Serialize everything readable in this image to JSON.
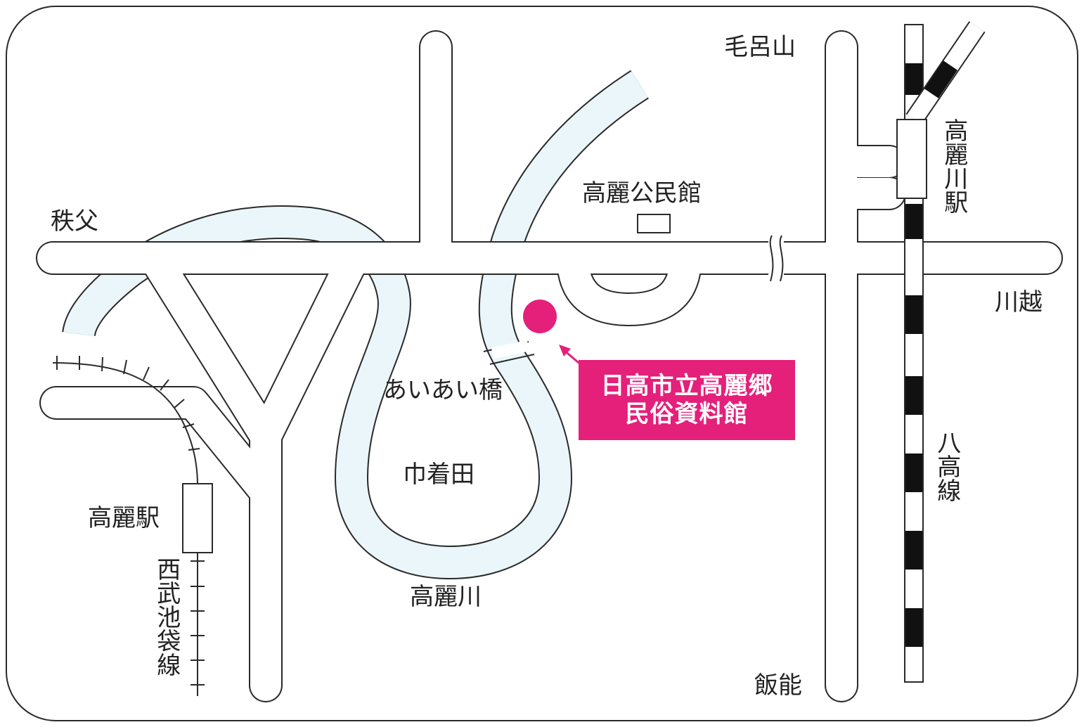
{
  "colors": {
    "river_fill": "#eaf6fa",
    "road_fill": "#ffffff",
    "outline": "#2a2a2a",
    "marker": "#e4207a",
    "rail_black": "#111111"
  },
  "labels": {
    "chichibu": "秩父",
    "moroyama": "毛呂山",
    "komagawa_station": "高麗川駅",
    "kawagoe": "川越",
    "hachiko_line": "八高線",
    "hanno": "飯能",
    "koma_community_hall": "高麗公民館",
    "aiai_bridge": "あいあい橋",
    "kinchakuda": "巾着田",
    "koma_station": "高麗駅",
    "seibu_ikebukuro_line": "西武池袋線",
    "koma_river": "高麗川"
  },
  "destination": {
    "line1": "日高市立高麗郷",
    "line2": "民俗資料館",
    "marker_icon": "location-dot-icon"
  }
}
